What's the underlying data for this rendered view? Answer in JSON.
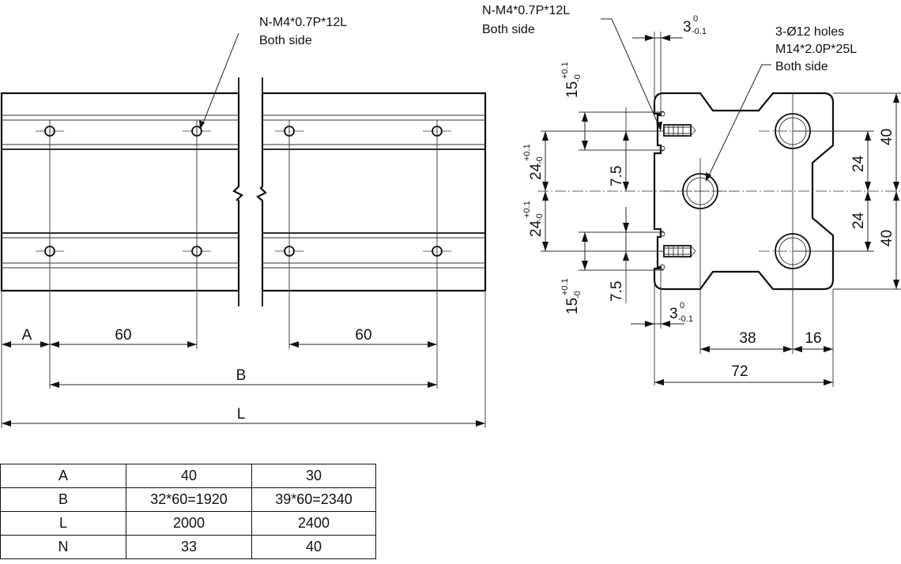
{
  "front_view": {
    "thread_note_line1": "N-M4*0.7P*12L",
    "thread_note_line2": "Both side",
    "dim_a": "A",
    "dim_pitch_left": "60",
    "dim_pitch_right": "60",
    "dim_b": "B",
    "dim_l": "L"
  },
  "side_view": {
    "thread_note_line1": "N-M4*0.7P*12L",
    "thread_note_line2": "Both side",
    "holes_note_line1": "3-Ø12 holes",
    "holes_note_line2": "M14*2.0P*25L",
    "holes_note_line3": "Both side",
    "slot_depth_top": "3",
    "slot_depth_top_upper": "0",
    "slot_depth_top_lower": "-0.1",
    "slot_depth_bottom": "3",
    "slot_depth_bottom_upper": "0",
    "slot_depth_bottom_lower": "-0.1",
    "top_offset": "15",
    "top_offset_upper": "+0.1",
    "top_offset_lower": "-0",
    "upper_pitch": "24",
    "upper_pitch_upper": "+0.1",
    "upper_pitch_lower": "-0",
    "lower_pitch": "24",
    "lower_pitch_upper": "+0.1",
    "lower_pitch_lower": "-0",
    "bottom_offset": "15",
    "bottom_offset_upper": "+0.1",
    "bottom_offset_lower": "-0",
    "slot_width_upper": "7.5",
    "slot_width_lower": "7.5",
    "right_height_upper": "40",
    "right_height_lower": "40",
    "hole_pitch_upper": "24",
    "hole_pitch_lower": "24",
    "hole_offset_x": "38",
    "hole_edge_x": "16",
    "total_width": "72"
  },
  "table": {
    "rows": [
      [
        "A",
        "40",
        "30"
      ],
      [
        "B",
        "32*60=1920",
        "39*60=2340"
      ],
      [
        "L",
        "2000",
        "2400"
      ],
      [
        "N",
        "33",
        "40"
      ]
    ]
  }
}
